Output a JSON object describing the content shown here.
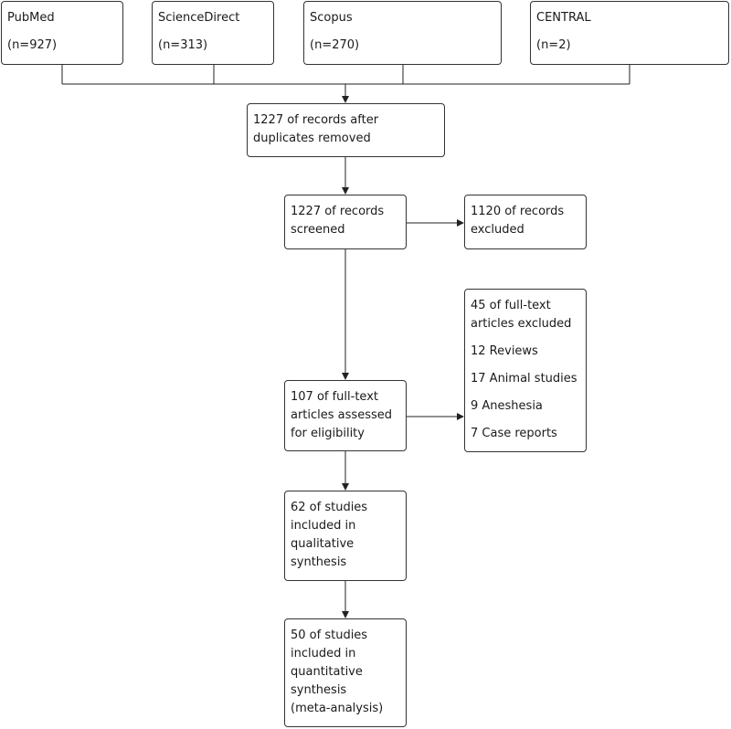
{
  "sources": {
    "pubmed": {
      "name": "PubMed",
      "count": "(n=927)"
    },
    "sciencedirect": {
      "name": "ScienceDirect",
      "count": "(n=313)"
    },
    "scopus": {
      "name": "Scopus",
      "count": "(n=270)"
    },
    "central": {
      "name": "CENTRAL",
      "count": "(n=2)"
    }
  },
  "duplicates_removed": [
    "1227 of records after",
    "duplicates removed"
  ],
  "screened": [
    "1227 of records",
    "screened"
  ],
  "excluded": [
    "1120 of records",
    "excluded"
  ],
  "fulltext_excluded": {
    "title": [
      "45 of full-text",
      "articles excluded"
    ],
    "reasons": [
      "12 Reviews",
      "17 Animal studies",
      "9 Aneshesia",
      "7 Case reports"
    ]
  },
  "assessed": [
    "107 of full-text",
    "articles assessed",
    "for eligibility"
  ],
  "qualitative": [
    "62 of studies",
    "included in",
    "qualitative",
    "synthesis"
  ],
  "quantitative": [
    "50 of studies",
    "included in",
    "quantitative",
    "synthesis",
    "(meta-analysis)"
  ]
}
